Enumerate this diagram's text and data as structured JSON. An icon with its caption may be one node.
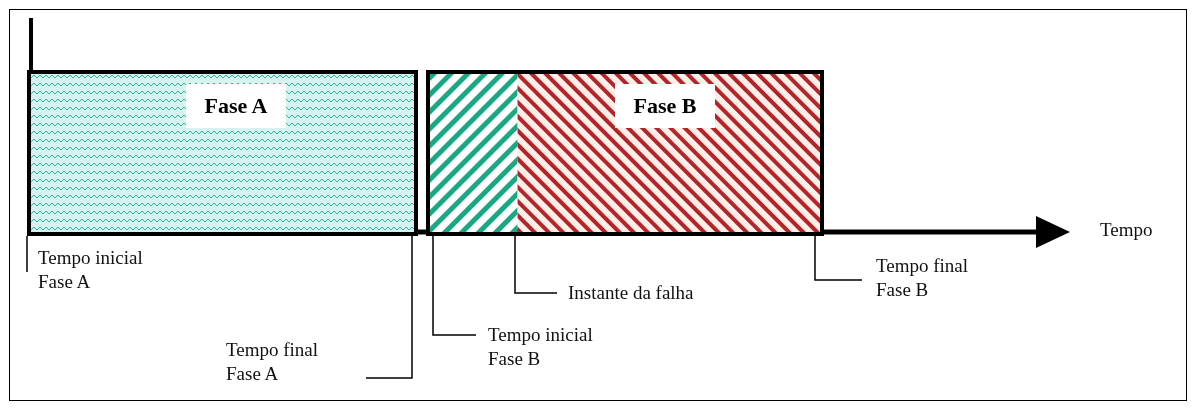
{
  "diagram": {
    "nodes": [
      {
        "text": [
          "Fase A"
        ]
      },
      {
        "text": [
          "Fase B"
        ]
      },
      {
        "text": [
          "Tempo inicial Fase A"
        ]
      },
      {
        "text": [
          "Tempo final Fase A"
        ]
      },
      {
        "text": [
          "Tempo inicial Fase B"
        ]
      },
      {
        "text": [
          "Instante da falha"
        ]
      },
      {
        "text": [
          "Tempo final Fase B"
        ]
      }
    ],
    "edges": [
      {
        "from": 2,
        "to": 0,
        "arrow": "none"
      },
      {
        "from": 3,
        "to": 0,
        "arrow": "none"
      },
      {
        "from": 4,
        "to": 1,
        "arrow": "none"
      },
      {
        "from": 5,
        "to": 1,
        "arrow": "none"
      },
      {
        "from": 6,
        "to": 1,
        "arrow": "none"
      }
    ],
    "labels": [
      "Tempo"
    ]
  }
}
